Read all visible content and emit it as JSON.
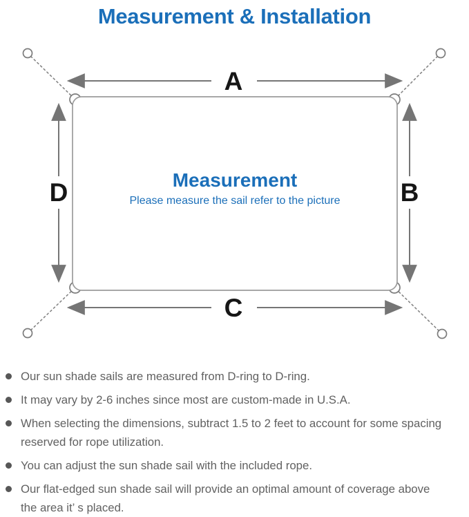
{
  "page": {
    "title": "Measurement & Installation"
  },
  "diagram": {
    "center_title": "Measurement",
    "center_subtitle": "Please measure the sail refer to the picture",
    "labels": {
      "top": "A",
      "right": "B",
      "bottom": "C",
      "left": "D"
    },
    "colors": {
      "accent_blue": "#1b6fb9",
      "line_gray": "#757575",
      "sail_outline_gray": "#9b9b9b",
      "label_black": "#161616",
      "note_text_gray": "#616161"
    }
  },
  "notes": {
    "items": [
      "Our sun shade sails are measured from D-ring to D-ring.",
      "It may vary by 2-6 inches since most are custom-made in U.S.A.",
      "When selecting the dimensions, subtract 1.5 to 2 feet to account for some spacing reserved for rope utilization.",
      "You can adjust the sun shade sail with the included rope.",
      "Our flat-edged sun shade sail will provide an optimal amount of coverage above the area it’ s placed."
    ]
  }
}
